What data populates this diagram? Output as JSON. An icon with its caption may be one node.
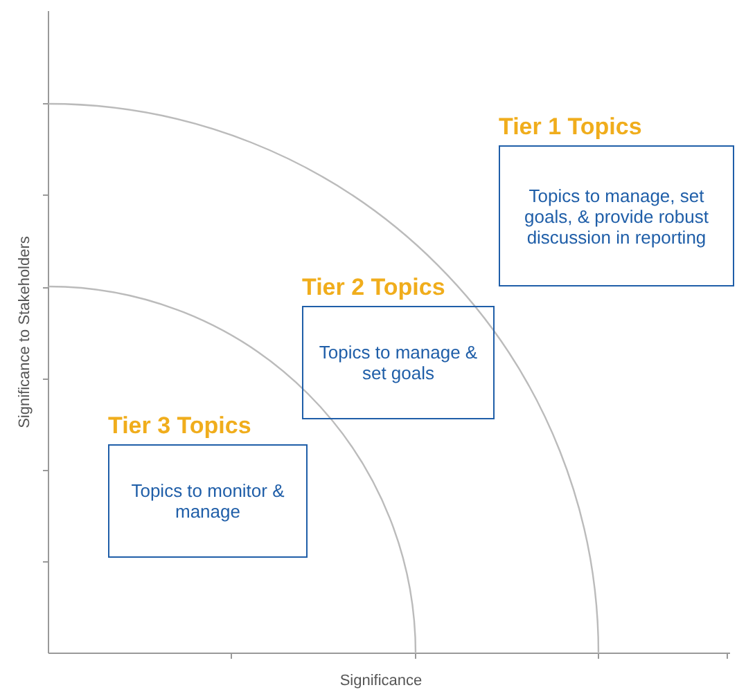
{
  "diagram": {
    "nodes": [
      {
        "text": [
          "Tier 1 Topics",
          "Topics to manage, set goals, & provide robust discussion in reporting"
        ]
      },
      {
        "text": [
          "Tier 2 Topics",
          "Topics to manage & set goals"
        ]
      },
      {
        "text": [
          "Tier 3 Topics",
          "Topics to monitor & manage"
        ]
      }
    ],
    "labels": [
      "Significance to Stakeholders",
      "Significance"
    ]
  }
}
